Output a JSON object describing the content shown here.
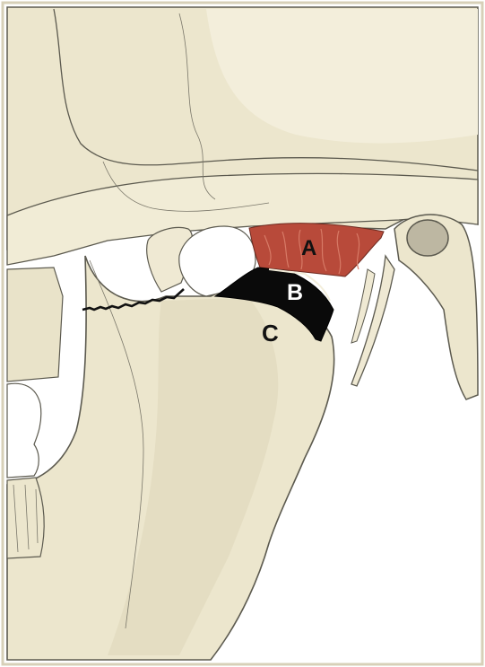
{
  "labels": {
    "a": "A",
    "b": "B",
    "c": "C"
  },
  "colors": {
    "bone": "#ece6cd",
    "bone_light": "#f3eedb",
    "bone_shadow": "#dcd4b6",
    "outline": "#5c5a4f",
    "region_a": "#b84a3a",
    "region_b_c": "#0a0a0a",
    "background": "#ffffff",
    "frame": "#c7c0a8"
  },
  "icons": {
    "main": "skull-tmj-illustration"
  }
}
